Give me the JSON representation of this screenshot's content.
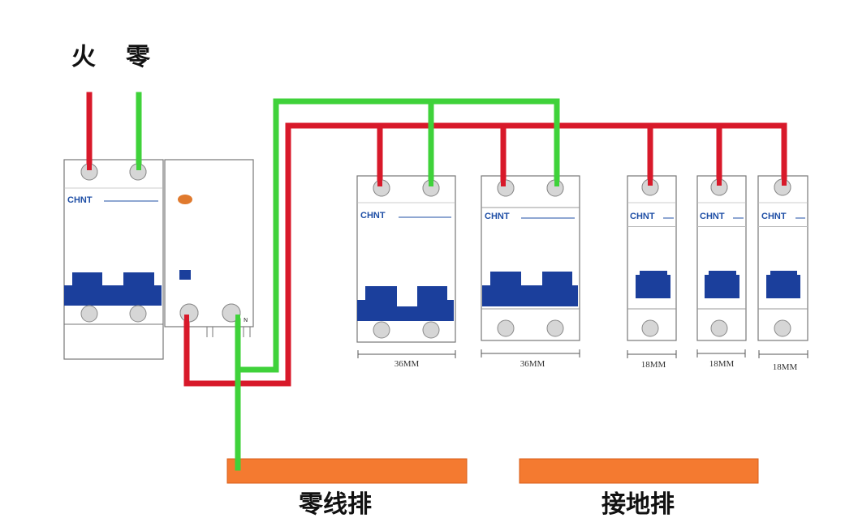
{
  "labels": {
    "live": "火",
    "neutral": "零"
  },
  "brand": "CHNT",
  "breakers": [
    {
      "name": "main-breaker",
      "poles": 2
    },
    {
      "name": "rcd-module",
      "terminal_mark": "N"
    },
    {
      "name": "breaker-1",
      "poles": 2,
      "width_label": "36MM"
    },
    {
      "name": "breaker-2",
      "poles": 2,
      "width_label": "36MM"
    },
    {
      "name": "breaker-3",
      "poles": 1,
      "width_label": "18MM"
    },
    {
      "name": "breaker-4",
      "poles": 1,
      "width_label": "18MM"
    },
    {
      "name": "breaker-5",
      "poles": 1,
      "width_label": "18MM"
    }
  ],
  "busbars": {
    "neutral": "零线排",
    "ground": "接地排"
  },
  "colors": {
    "live_wire": "#d8192a",
    "neutral_wire": "#3fd23a",
    "busbar": "#f47a30",
    "toggle": "#1b3f9c",
    "indicator": "#e07a2e"
  }
}
